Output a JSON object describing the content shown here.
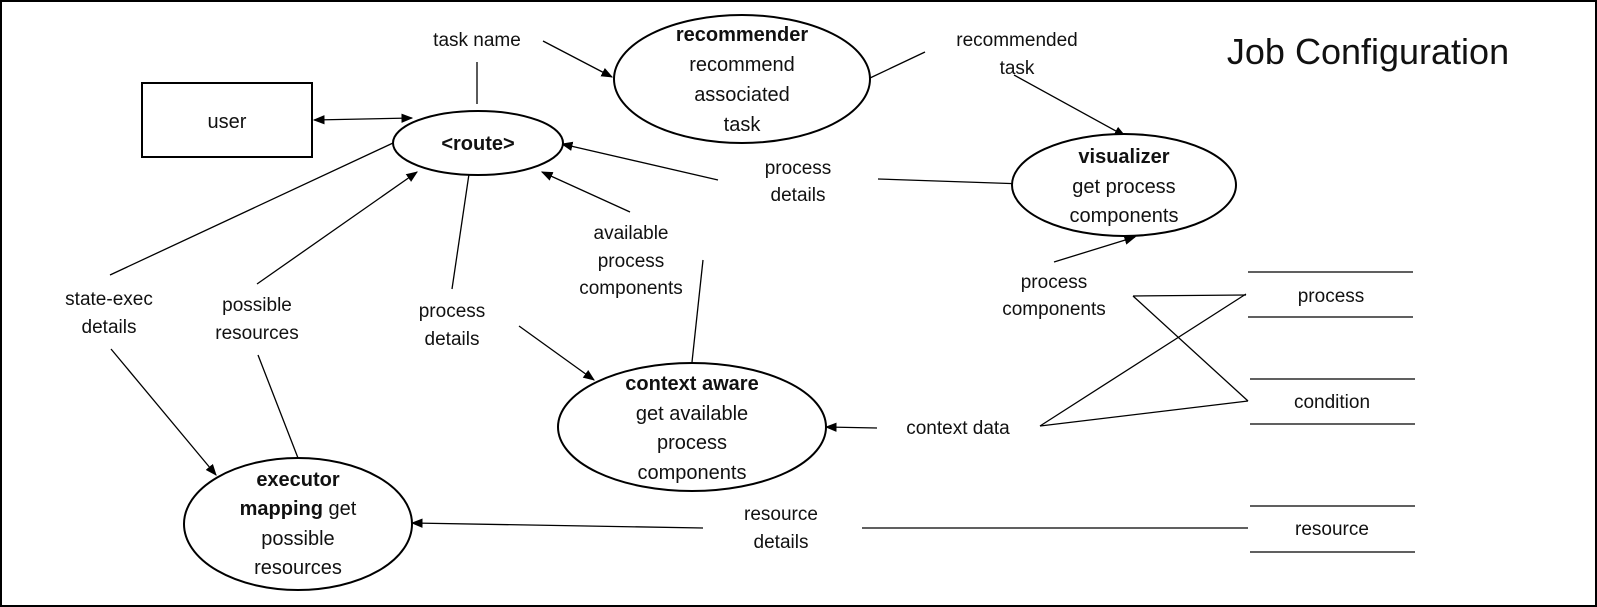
{
  "title": "Job Configuration",
  "nodes": {
    "user": {
      "label": "user"
    },
    "route": {
      "label": "<route>"
    },
    "recommender": {
      "name": "recommender",
      "lines": [
        "recommend",
        "associated",
        "task"
      ]
    },
    "visualizer": {
      "name": "visualizer",
      "lines": [
        "get process",
        "components"
      ]
    },
    "context_aware": {
      "name": "context aware",
      "lines": [
        "get available",
        "process",
        "components"
      ]
    },
    "executor": {
      "name_lines": [
        "executor",
        "mapping"
      ],
      "inline_suffix": " get",
      "lines": [
        "possible",
        "resources"
      ]
    }
  },
  "stores": {
    "process": "process",
    "condition": "condition",
    "resource": "resource"
  },
  "flows": {
    "task_name": [
      "task name"
    ],
    "recommended_task": [
      "recommended",
      "task"
    ],
    "process_details_top": [
      "process",
      "details"
    ],
    "available_components": [
      "available",
      "process",
      "components"
    ],
    "process_components": [
      "process",
      "components"
    ],
    "state_exec": [
      "state-exec",
      "details"
    ],
    "possible_resources": [
      "possible",
      "resources"
    ],
    "process_details_mid": [
      "process",
      "details"
    ],
    "context_data": [
      "context data"
    ],
    "resource_details": [
      "resource",
      "details"
    ]
  }
}
